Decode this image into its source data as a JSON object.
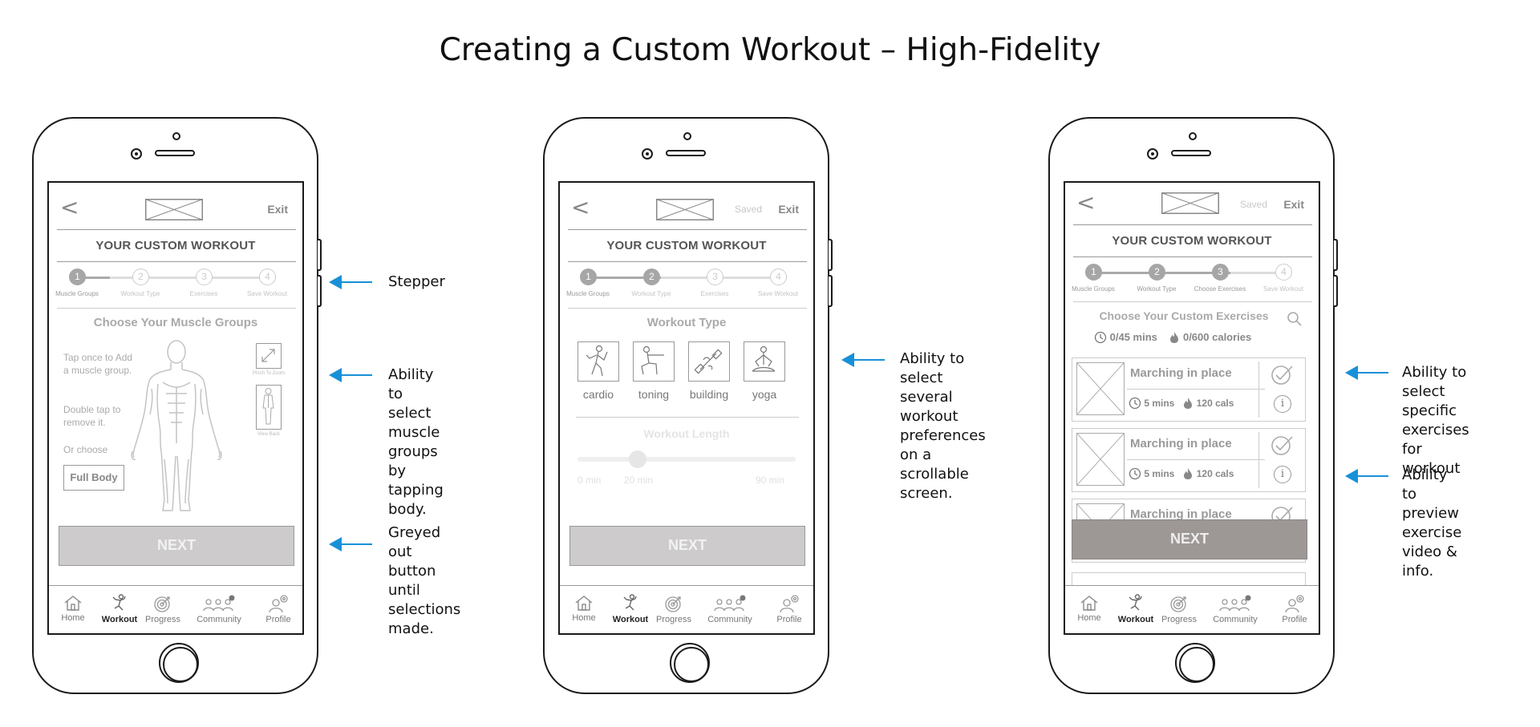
{
  "title": "Creating a Custom Workout – High-Fidelity",
  "common": {
    "back": "<",
    "exit": "Exit",
    "saved": "Saved",
    "screen_title": "YOUR CUSTOM WORKOUT",
    "next": "NEXT",
    "steps": [
      {
        "num": "1",
        "label": "Muscle Groups"
      },
      {
        "num": "2",
        "label": "Workout Type"
      },
      {
        "num": "3",
        "label": "Exercises"
      },
      {
        "num": "4",
        "label": "Save Workout"
      }
    ],
    "step3_alt_label": "Choose Exercises",
    "nav": [
      "Home",
      "Workout",
      "Progress",
      "Community",
      "Profile"
    ]
  },
  "screen1": {
    "section_title": "Choose Your Muscle Groups",
    "tap_once": "Tap once to Add a muscle group.",
    "double_tap": "Double tap to remove it.",
    "or_choose": "Or choose",
    "full_body": "Full Body",
    "pinch_label": "Pinch To Zoom",
    "view_back_label": "View Back"
  },
  "screen2": {
    "section_title": "Workout Type",
    "types": [
      "cardio",
      "toning",
      "building",
      "yoga"
    ],
    "length_title": "Workout Length",
    "slider_min": "0 min",
    "slider_value": "20 min",
    "slider_max": "90 min",
    "slider_fraction": 0.22
  },
  "screen3": {
    "section_title": "Choose Your Custom Exercises",
    "time_meta": "0/45 mins",
    "cal_meta": "0/600 calories",
    "exercises": [
      {
        "name": "Marching in place",
        "time": "5 mins",
        "cals": "120 cals"
      },
      {
        "name": "Marching in place",
        "time": "5 mins",
        "cals": "120 cals"
      },
      {
        "name": "Marching in place"
      }
    ]
  },
  "annotations": {
    "stepper": "Stepper",
    "muscle_line1": "Ability to select",
    "muscle_line2": "muscle groups by",
    "muscle_line3": "tapping body.",
    "grey_line1": "Greyed out button",
    "grey_line2": "until selections",
    "grey_line3": "made.",
    "pref_line1": "Ability to select",
    "pref_line2": "several workout",
    "pref_line3": "preferences on a",
    "pref_line4": "scrollable screen.",
    "specific_line1": "Ability to select",
    "specific_line2": "specific exercises",
    "specific_line3": "for workout",
    "preview_line1": "Ability to preview",
    "preview_line2": "exercise video &",
    "preview_line3": "info."
  },
  "colors": {
    "arrow": "#1890d8",
    "disabled_button": "#cdcbcb",
    "next_button_dark": "#9d9796",
    "step_active": "#a6a6a6"
  }
}
